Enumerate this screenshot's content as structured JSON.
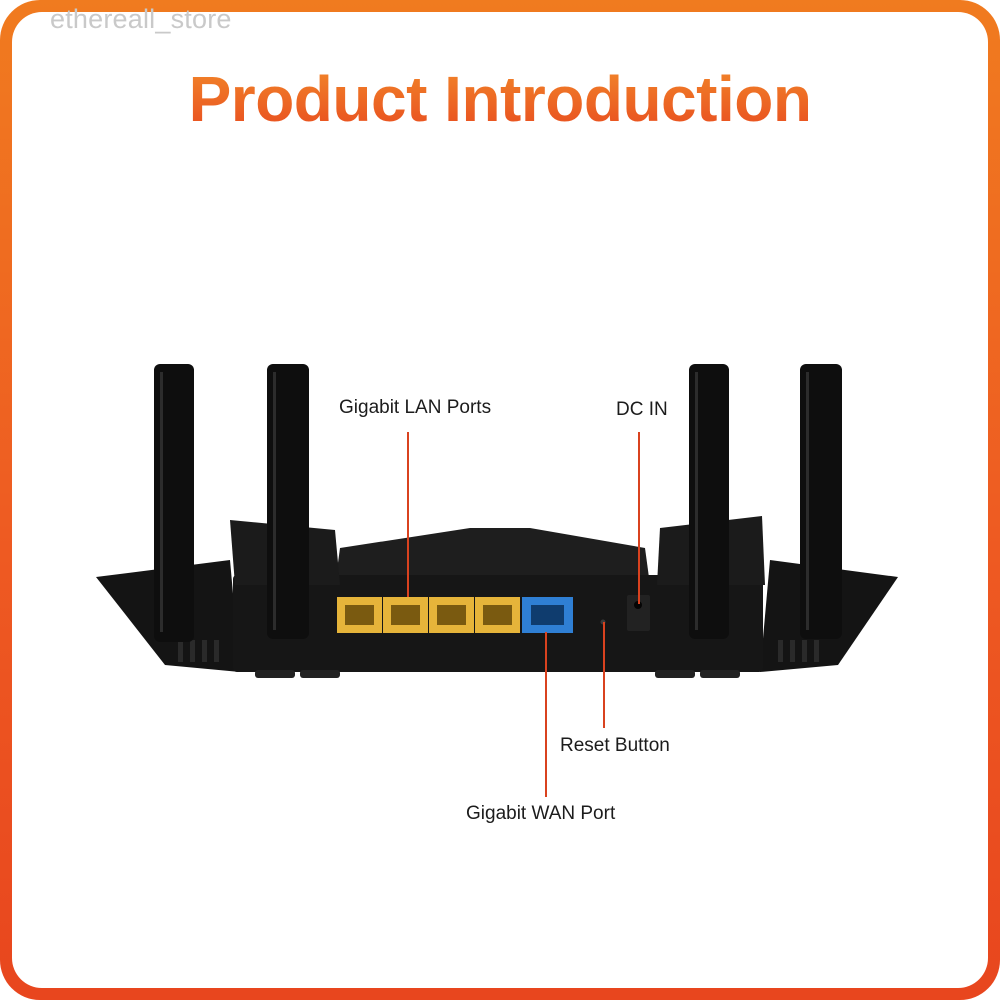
{
  "watermark": "ethereall_store",
  "title": "Product Introduction",
  "callouts": {
    "lan_ports": "Gigabit LAN Ports",
    "dc_in": "DC IN",
    "reset_button": "Reset Button",
    "wan_port": "Gigabit WAN Port"
  },
  "colors": {
    "brand": "#ee5a22",
    "lan_port": "#e6b43a",
    "wan_port": "#2f7fd4",
    "callout_line": "#d9421f"
  }
}
